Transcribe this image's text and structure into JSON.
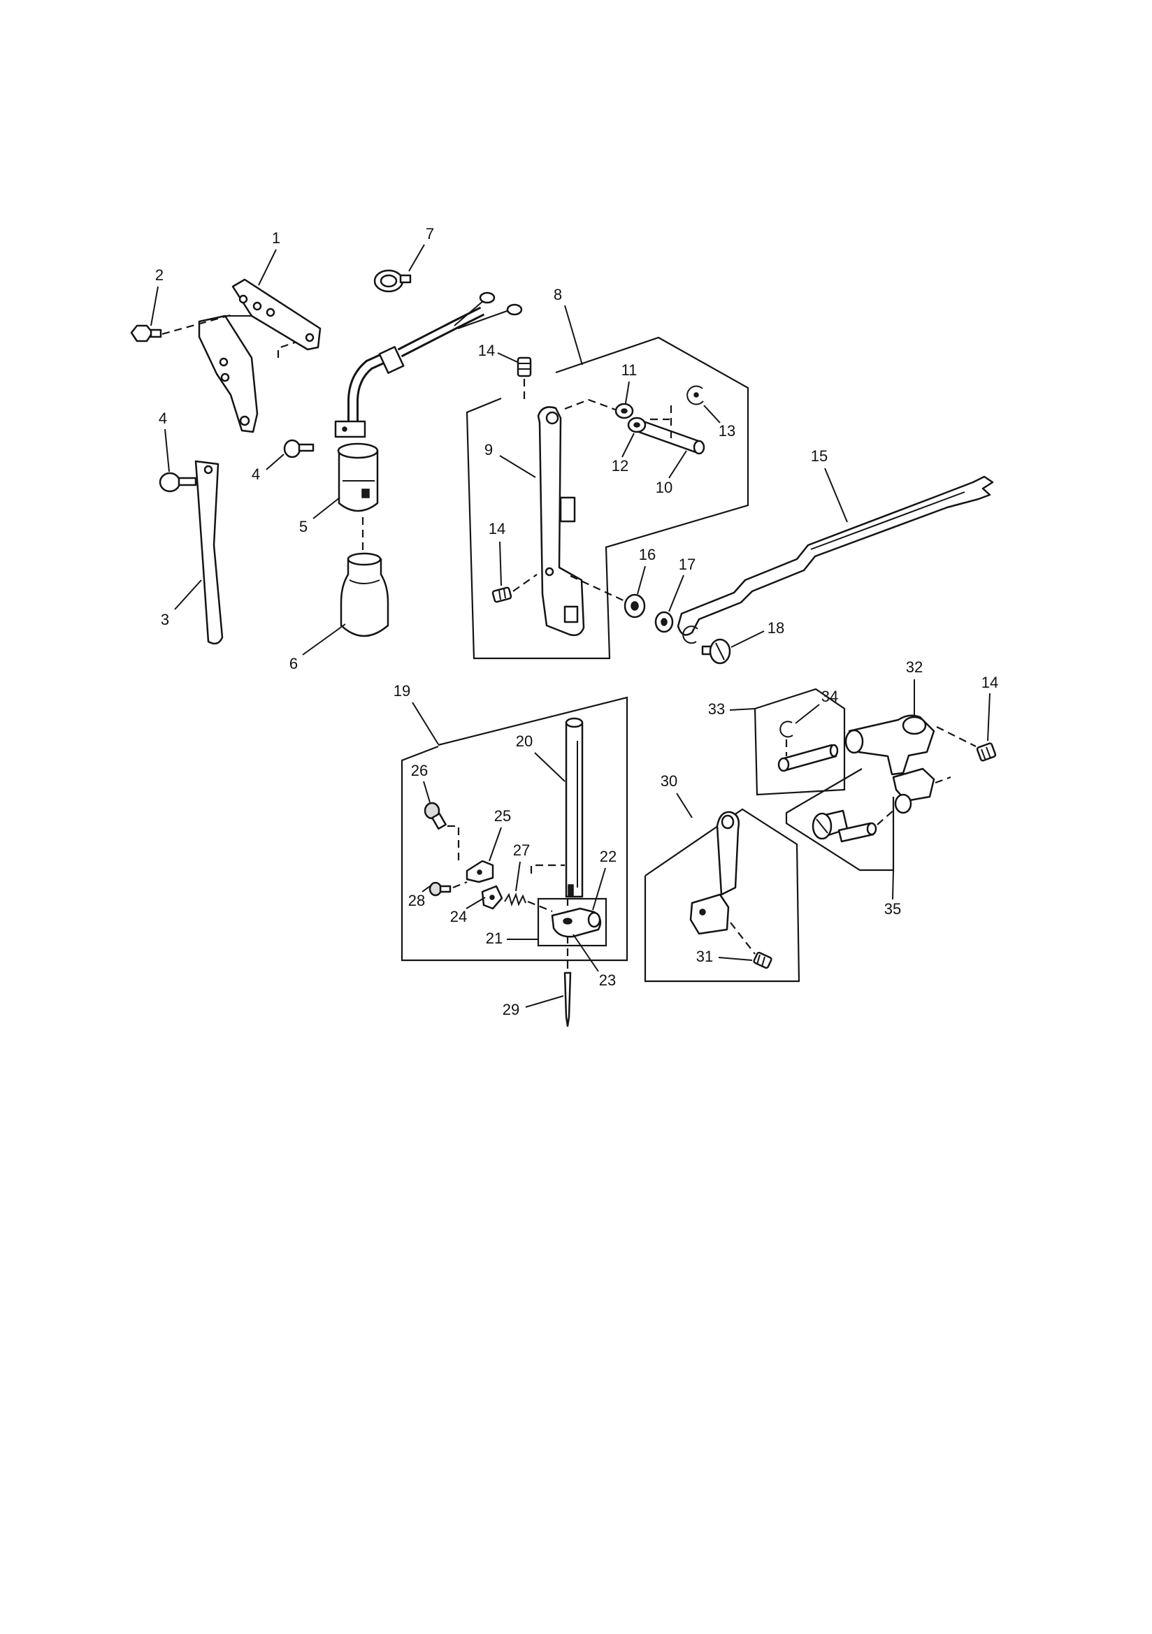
{
  "callouts": [
    "1",
    "2",
    "3",
    "4",
    "4",
    "5",
    "6",
    "7",
    "8",
    "9",
    "10",
    "11",
    "12",
    "13",
    "14",
    "14",
    "15",
    "16",
    "17",
    "18",
    "19",
    "20",
    "21",
    "22",
    "23",
    "24",
    "25",
    "26",
    "27",
    "28",
    "29",
    "30",
    "31",
    "32",
    "33",
    "34",
    "14",
    "35"
  ]
}
